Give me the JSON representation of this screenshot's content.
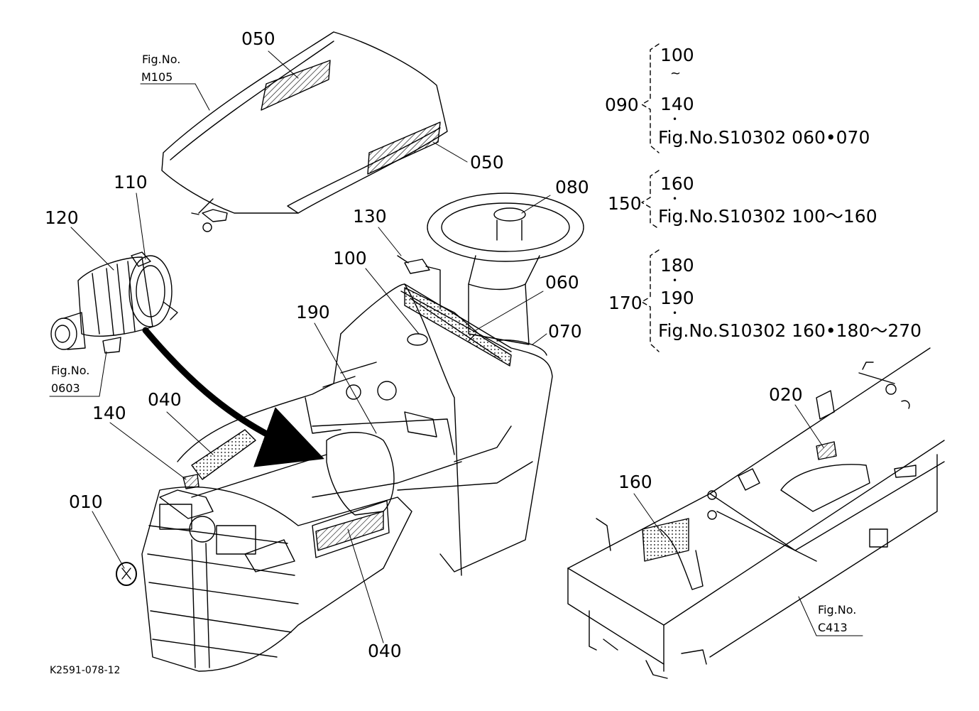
{
  "part_numbers": {
    "p050_top": "050",
    "p050_side": "050",
    "p110": "110",
    "p120": "120",
    "p080": "080",
    "p130": "130",
    "p100": "100",
    "p060": "060",
    "p190": "190",
    "p070": "070",
    "p040_top": "040",
    "p140": "140",
    "p010": "010",
    "p040_bottom": "040",
    "p020": "020",
    "p160": "160"
  },
  "figure_refs": {
    "m105": {
      "line1": "Fig.No.",
      "line2": "M105"
    },
    "f0603": {
      "line1": "Fig.No.",
      "line2": "0603"
    },
    "c413": {
      "line1": "Fig.No.",
      "line2": "C413"
    }
  },
  "legend": {
    "group090": {
      "parent": "090",
      "items": [
        "100",
        "~",
        "140",
        "•",
        "Fig.No.S10302  060•070"
      ]
    },
    "group150": {
      "parent": "150",
      "items": [
        "160",
        "•",
        "Fig.No.S10302  100～160"
      ]
    },
    "group170": {
      "parent": "170",
      "items": [
        "180",
        "•",
        "190",
        "•",
        "Fig.No.S10302  160•180～270"
      ]
    }
  },
  "drawing_code": "K2591-078-12"
}
